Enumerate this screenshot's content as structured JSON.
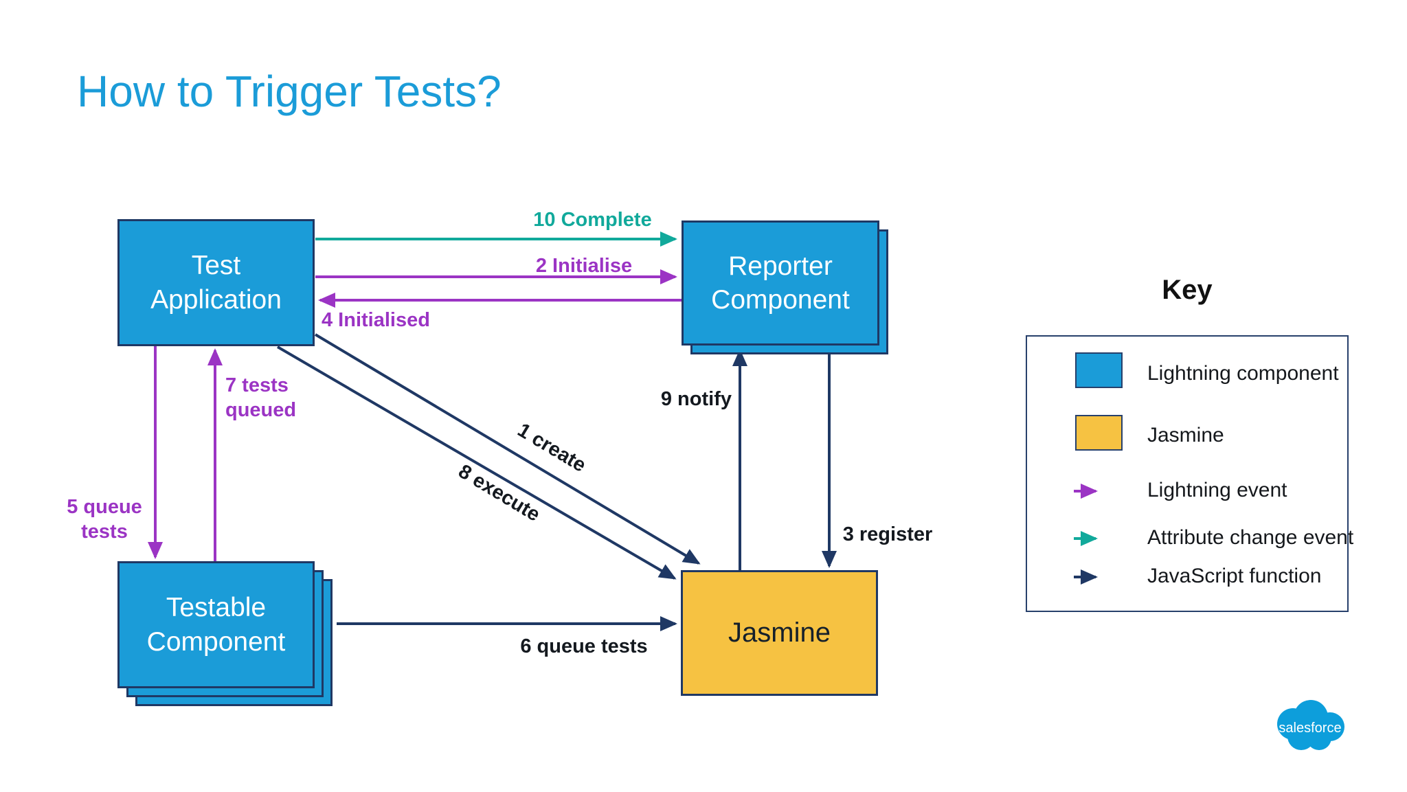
{
  "slide": {
    "title": "How to Trigger Tests?"
  },
  "nodes": {
    "test_application": {
      "label": "Test Application",
      "type": "lightning-component"
    },
    "reporter_component": {
      "label": "Reporter Component",
      "type": "lightning-component",
      "stack_count": 2
    },
    "testable_component": {
      "label": "Testable Component",
      "type": "lightning-component",
      "stack_count": 3
    },
    "jasmine": {
      "label": "Jasmine",
      "type": "jasmine"
    }
  },
  "edges": {
    "complete": {
      "label": "10 Complete",
      "type": "attribute-change-event",
      "from": "test_application",
      "to": "reporter_component"
    },
    "initialise": {
      "label": "2 Initialise",
      "type": "lightning-event",
      "from": "test_application",
      "to": "reporter_component"
    },
    "initialised": {
      "label": "4 Initialised",
      "type": "lightning-event",
      "from": "reporter_component",
      "to": "test_application"
    },
    "create": {
      "label": "1 create",
      "type": "javascript-function",
      "from": "test_application",
      "to": "jasmine"
    },
    "execute": {
      "label": "8 execute",
      "type": "javascript-function",
      "from": "test_application",
      "to": "jasmine"
    },
    "queue_tests": {
      "label": "5 queue tests",
      "type": "lightning-event",
      "from": "test_application",
      "to": "testable_component"
    },
    "tests_queued": {
      "label": "7 tests queued",
      "type": "lightning-event",
      "from": "testable_component",
      "to": "test_application"
    },
    "queue_tests_js": {
      "label": "6 queue tests",
      "type": "javascript-function",
      "from": "testable_component",
      "to": "jasmine"
    },
    "notify": {
      "label": "9 notify",
      "type": "javascript-function",
      "from": "jasmine",
      "to": "reporter_component"
    },
    "register": {
      "label": "3 register",
      "type": "javascript-function",
      "from": "reporter_component",
      "to": "jasmine"
    }
  },
  "key": {
    "title": "Key",
    "items": [
      {
        "marker": "blue-box-swatch",
        "label": "Lightning component"
      },
      {
        "marker": "yellow-box-swatch",
        "label": "Jasmine"
      },
      {
        "marker": "purple-arrow",
        "label": "Lightning event"
      },
      {
        "marker": "teal-arrow",
        "label": "Attribute change event"
      },
      {
        "marker": "navy-arrow",
        "label": "JavaScript function"
      }
    ]
  },
  "branding": {
    "logo_text": "salesforce"
  },
  "colors": {
    "title_blue": "#1B9CD8",
    "component_blue": "#1B9CD8",
    "jasmine_yellow": "#F6C242",
    "lightning_event_purple": "#9B34C4",
    "attribute_change_teal": "#11A99B",
    "javascript_navy": "#1F3864",
    "background": "#FFFFFF"
  }
}
